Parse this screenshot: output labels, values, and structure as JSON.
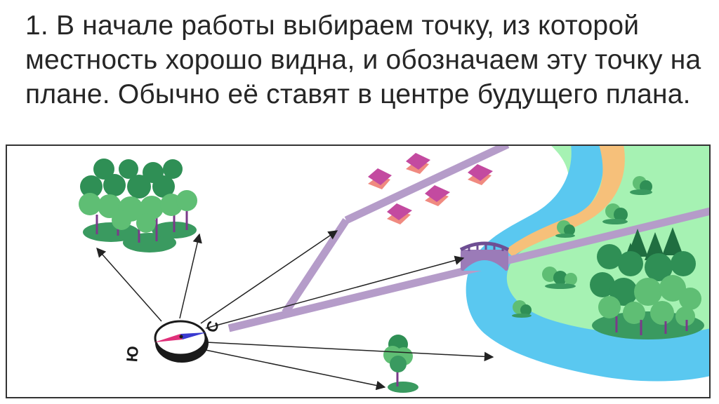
{
  "slide": {
    "text": "1. В начале работы выбираем точку, из которой местность хорошо видна, и обозначаем эту точку на плане. Обычно её ставят в центре будущего плана."
  },
  "compass": {
    "north_label": "С",
    "south_label": "Ю"
  },
  "colors": {
    "grass": "#a6f2b3",
    "river": "#5ac8f0",
    "sand": "#f6c07a",
    "road": "#b59cc9",
    "house_roof": "#c34aa0",
    "house_wall": "#f08a80",
    "tree_light": "#5fbe74",
    "tree_dark": "#2f8f55",
    "shadow": "#3a9a60",
    "compass_north": "#3a3ad0",
    "compass_south": "#e0307a"
  },
  "icons": [
    "compass-icon",
    "tree-icon",
    "house-icon",
    "bridge-icon",
    "forest-icon"
  ]
}
